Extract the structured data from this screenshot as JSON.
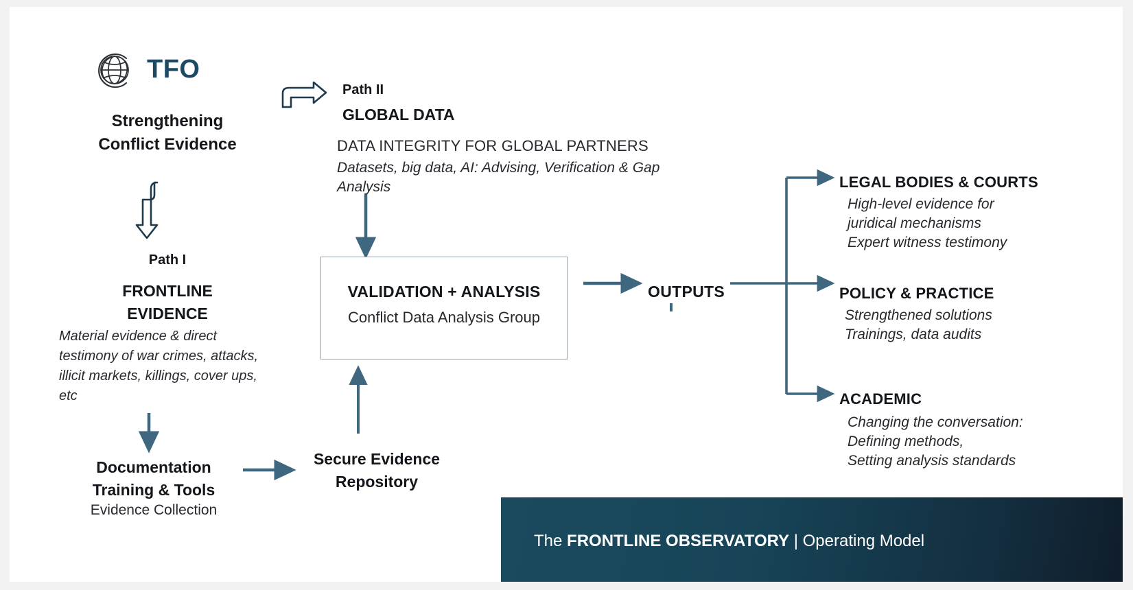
{
  "brand": {
    "logo_icon": "globe-icon",
    "acronym": "TFO",
    "tagline_line1": "Strengthening",
    "tagline_line2": "Conflict Evidence"
  },
  "path_one": {
    "label": "Path I",
    "title_line1": "FRONTLINE",
    "title_line2": "EVIDENCE",
    "description": "Material evidence & direct testimony of war crimes, attacks, illicit markets, killings, cover ups, etc",
    "documentation_line1": "Documentation",
    "documentation_line2": "Training & Tools",
    "documentation_sub": "Evidence Collection"
  },
  "path_two": {
    "label": "Path II",
    "title": "GLOBAL DATA",
    "subtitle": "DATA INTEGRITY FOR GLOBAL PARTNERS",
    "description": "Datasets, big data, AI: Advising, Verification & Gap Analysis"
  },
  "repository": {
    "line1": "Secure Evidence",
    "line2": "Repository"
  },
  "validation": {
    "title": "VALIDATION + ANALYSIS",
    "subtitle": "Conflict Data Analysis Group"
  },
  "outputs": {
    "label": "OUTPUTS",
    "items": [
      {
        "heading": "LEGAL BODIES & COURTS",
        "body_line1": "High-level evidence for",
        "body_line2": "juridical mechanisms",
        "body_line3": "Expert witness testimony"
      },
      {
        "heading": "POLICY & PRACTICE",
        "body_line1": "Strengthened solutions",
        "body_line2": "Trainings, data audits",
        "body_line3": ""
      },
      {
        "heading": "ACADEMIC",
        "body_line1": "Changing the conversation:",
        "body_line2": "Defining methods,",
        "body_line3": "Setting analysis standards"
      }
    ]
  },
  "footer": {
    "prefix": "The ",
    "brand": "FRONTLINE OBSERVATORY",
    "separator": " | ",
    "suffix": "Operating Model"
  },
  "colors": {
    "brand_blue": "#1c4963",
    "arrow_steel": "#3f6880",
    "banner_teal": "#1b4a5f",
    "banner_navy": "#101d2a",
    "box_border": "#96a0a8",
    "text_dark": "#13161a"
  }
}
